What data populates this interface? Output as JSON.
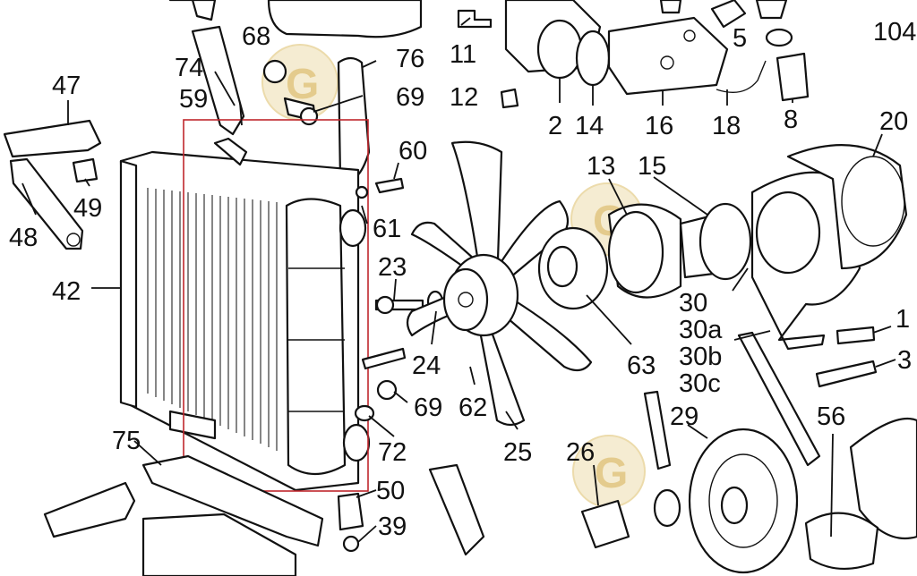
{
  "diagram": {
    "callouts": [
      "104",
      "5",
      "11",
      "2",
      "14",
      "16",
      "18",
      "8",
      "12",
      "68",
      "74",
      "76",
      "69",
      "59",
      "47",
      "60",
      "61",
      "49",
      "48",
      "42",
      "23",
      "24",
      "62",
      "25",
      "63",
      "13",
      "15",
      "20",
      "30",
      "30a",
      "30b",
      "30c",
      "1",
      "3",
      "29",
      "56",
      "26",
      "75",
      "50",
      "39",
      "72"
    ],
    "watermark_glyph": "G",
    "highlight_color": "#c0272d"
  }
}
